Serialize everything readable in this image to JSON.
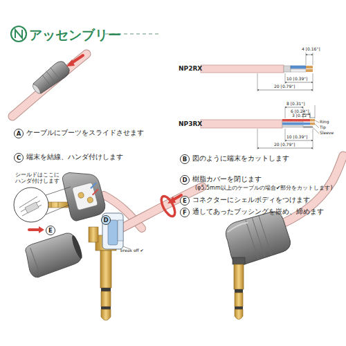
{
  "diagram": {
    "title": "アッセンブリー",
    "nodes": [
      {
        "text": [
          "A"
        ]
      },
      {
        "text": [
          "B"
        ]
      },
      {
        "text": [
          "C"
        ]
      },
      {
        "text": [
          "D"
        ]
      },
      {
        "text": [
          "E"
        ]
      },
      {
        "text": [
          "F"
        ]
      },
      {
        "text": [
          "E"
        ]
      },
      {
        "text": [
          "D"
        ]
      }
    ],
    "labels": [
      "NP2RX",
      "4 [0.16\"]",
      "10 [0.39\"]",
      "20 [0.79\"]",
      "NP3RX",
      "8 [0.31\"]",
      "6 [0.24\"]",
      "3 [0.12\"]",
      "Ring",
      "Tip",
      "Sleeve",
      "10 [0.39\"]",
      "20 [0.79\"]",
      "ケーブルにブーツをスライドさせます",
      "図のように端末をカットします",
      "端末を結線、ハンダ付けします",
      "樹脂カバーを閉じます",
      "(φ5.5mm以上のケーブルの場合✔部分をカットします)",
      "コネクターにシェルボディをつけます",
      "通してあったブッシングを嵌め、締めます",
      "シールドはここに ハンダ付けします",
      "break off ✔"
    ]
  }
}
